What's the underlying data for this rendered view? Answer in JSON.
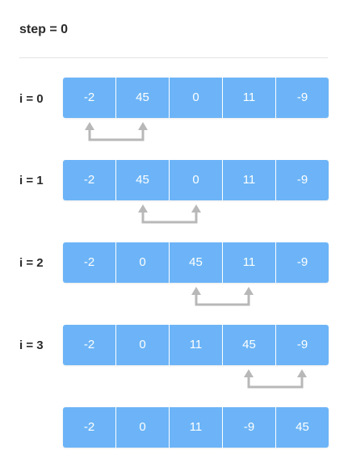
{
  "title": "step = 0",
  "colors": {
    "cell_fill": "#6cb4f7",
    "cell_text": "#ffffff",
    "arrow": "#b8b8b8",
    "divider": "#e3e3e3"
  },
  "rows": [
    {
      "label": "i = 0",
      "values": [
        "-2",
        "45",
        "0",
        "11",
        "-9"
      ],
      "swap": [
        0,
        1
      ]
    },
    {
      "label": "i = 1",
      "values": [
        "-2",
        "45",
        "0",
        "11",
        "-9"
      ],
      "swap": [
        1,
        2
      ]
    },
    {
      "label": "i = 2",
      "values": [
        "-2",
        "0",
        "45",
        "11",
        "-9"
      ],
      "swap": [
        2,
        3
      ]
    },
    {
      "label": "i = 3",
      "values": [
        "-2",
        "0",
        "11",
        "45",
        "-9"
      ],
      "swap": [
        3,
        4
      ]
    },
    {
      "label": "",
      "values": [
        "-2",
        "0",
        "11",
        "-9",
        "45"
      ],
      "swap": null
    }
  ]
}
